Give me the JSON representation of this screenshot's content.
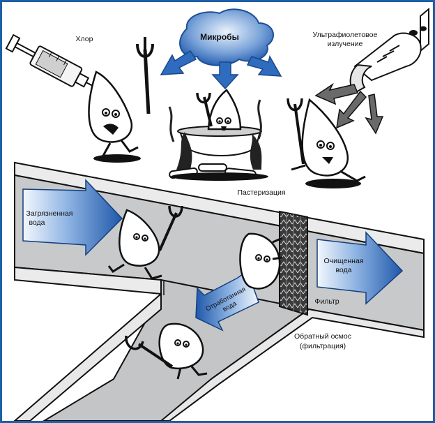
{
  "labels": {
    "microbes": "Микробы",
    "chlorine": "Хлор",
    "uv": "Ультрафиолетовое излучение",
    "uv_line1": "Ультрафиолетовое",
    "uv_line2": "излучение",
    "pasteurization": "Пастеризация",
    "dirty_water_line1": "Загрязненная",
    "dirty_water_line2": "вода",
    "clean_water_line1": "Очищенная",
    "clean_water_line2": "вода",
    "waste_water_line1": "Отработанная",
    "waste_water_line2": "вода",
    "filter": "Фильтр",
    "reverse_osmosis_line1": "Обратный осмос",
    "reverse_osmosis_line2": "(фильтрация)"
  },
  "colors": {
    "frame": "#1f5fa8",
    "arrow_dark": "#2a64b4",
    "arrow_light": "#eaf2fb",
    "pipe_floor": "#c9cacb",
    "pipe_wall": "#e6e6e6"
  },
  "icons": [
    "syringe-icon",
    "uv-lamp-icon",
    "fire-icon",
    "cooking-pot-icon",
    "microbe-character-icon",
    "pitchfork-icon"
  ]
}
